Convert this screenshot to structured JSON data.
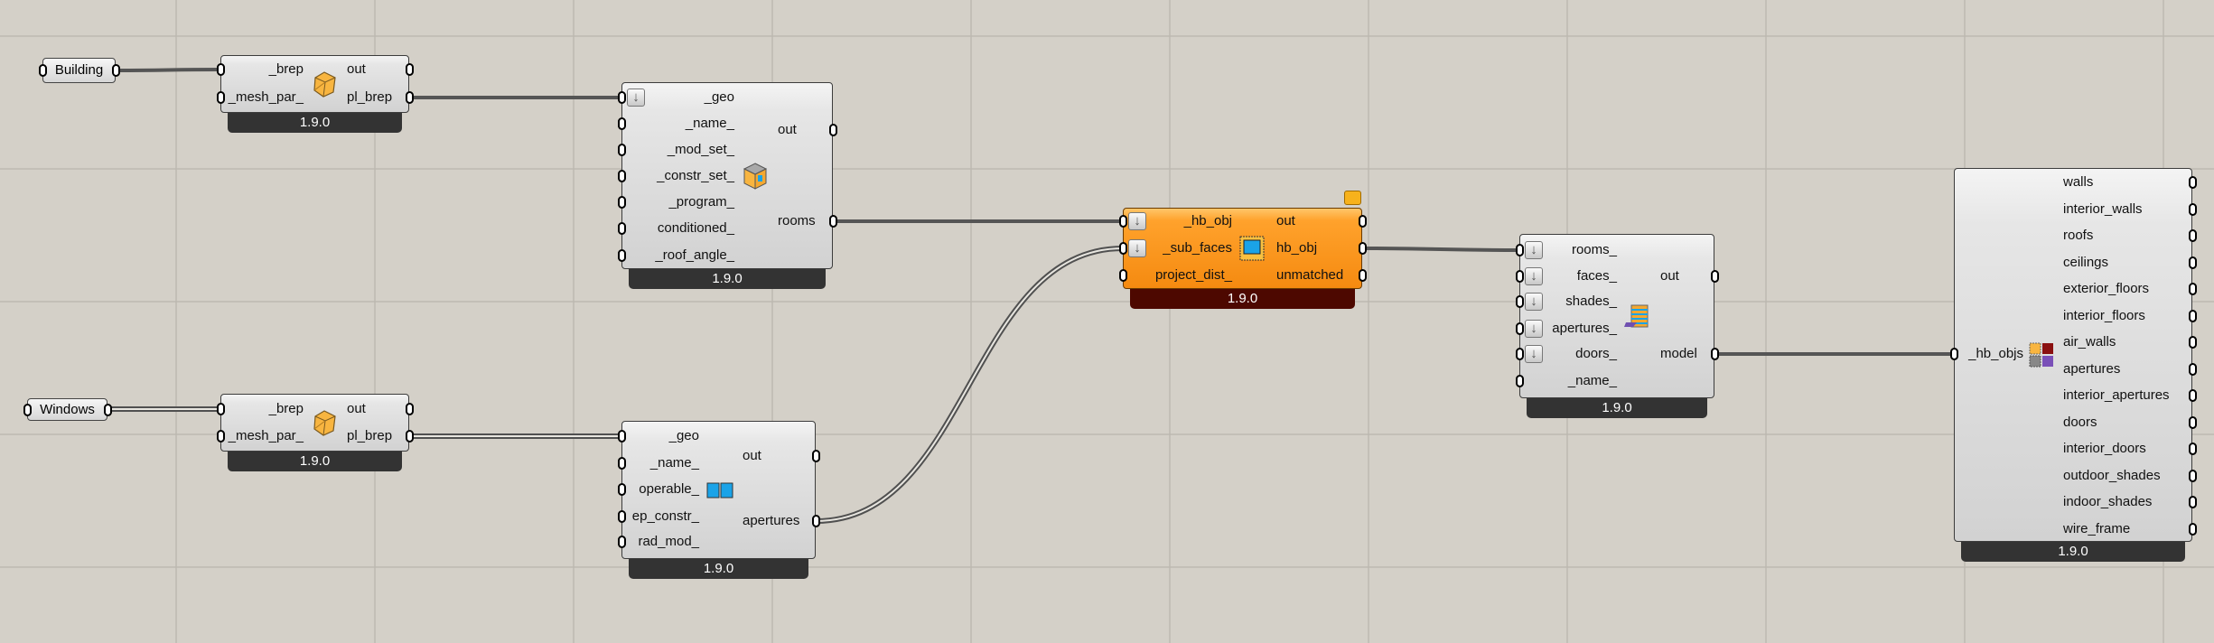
{
  "panels": [
    {
      "id": "building",
      "label": "Building"
    },
    {
      "id": "windows",
      "label": "Windows"
    }
  ],
  "nodes": {
    "brep_to_mesh_building": {
      "inputs": [
        "_brep",
        "_mesh_par_"
      ],
      "outputs": [
        "out",
        "pl_brep"
      ],
      "version": "1.9.0",
      "icon": "polyface-cube-icon"
    },
    "room_from_solid": {
      "inputs": [
        "_geo",
        "_name_",
        "_mod_set_",
        "_constr_set_",
        "_program_",
        "conditioned_",
        "_roof_angle_"
      ],
      "outputs": [
        "out",
        "rooms"
      ],
      "version": "1.9.0",
      "icon": "room-cube-icon"
    },
    "brep_to_mesh_windows": {
      "inputs": [
        "_brep",
        "_mesh_par_"
      ],
      "outputs": [
        "out",
        "pl_brep"
      ],
      "version": "1.9.0",
      "icon": "polyface-cube-icon"
    },
    "aperture": {
      "inputs": [
        "_geo",
        "_name_",
        "operable_",
        "ep_constr_",
        "rad_mod_"
      ],
      "outputs": [
        "out",
        "apertures"
      ],
      "version": "1.9.0",
      "icon": "aperture-window-icon"
    },
    "add_subface": {
      "inputs": [
        "_hb_obj",
        "_sub_faces",
        "project_dist_"
      ],
      "outputs": [
        "out",
        "hb_obj",
        "unmatched"
      ],
      "version": "1.9.0",
      "icon": "subface-icon"
    },
    "model": {
      "inputs": [
        "rooms_",
        "faces_",
        "shades_",
        "apertures_",
        "doors_",
        "_name_"
      ],
      "outputs": [
        "out",
        "model"
      ],
      "version": "1.9.0",
      "icon": "building-model-icon"
    },
    "deconstruct_by_type": {
      "inputs": [
        "_hb_objs"
      ],
      "outputs": [
        "walls",
        "interior_walls",
        "roofs",
        "ceilings",
        "exterior_floors",
        "interior_floors",
        "air_walls",
        "apertures",
        "interior_apertures",
        "doors",
        "interior_doors",
        "outdoor_shades",
        "indoor_shades",
        "wire_frame"
      ],
      "version": "1.9.0",
      "icon": "face-types-icon"
    }
  },
  "colors": {
    "canvas": "#d4d0c8",
    "grid": "#bdb9b1",
    "component": "#d8d8d8",
    "selected": "#ff9a1e",
    "wire": "#505050",
    "footer": "#333333",
    "selected_footer": "#4d0800"
  }
}
